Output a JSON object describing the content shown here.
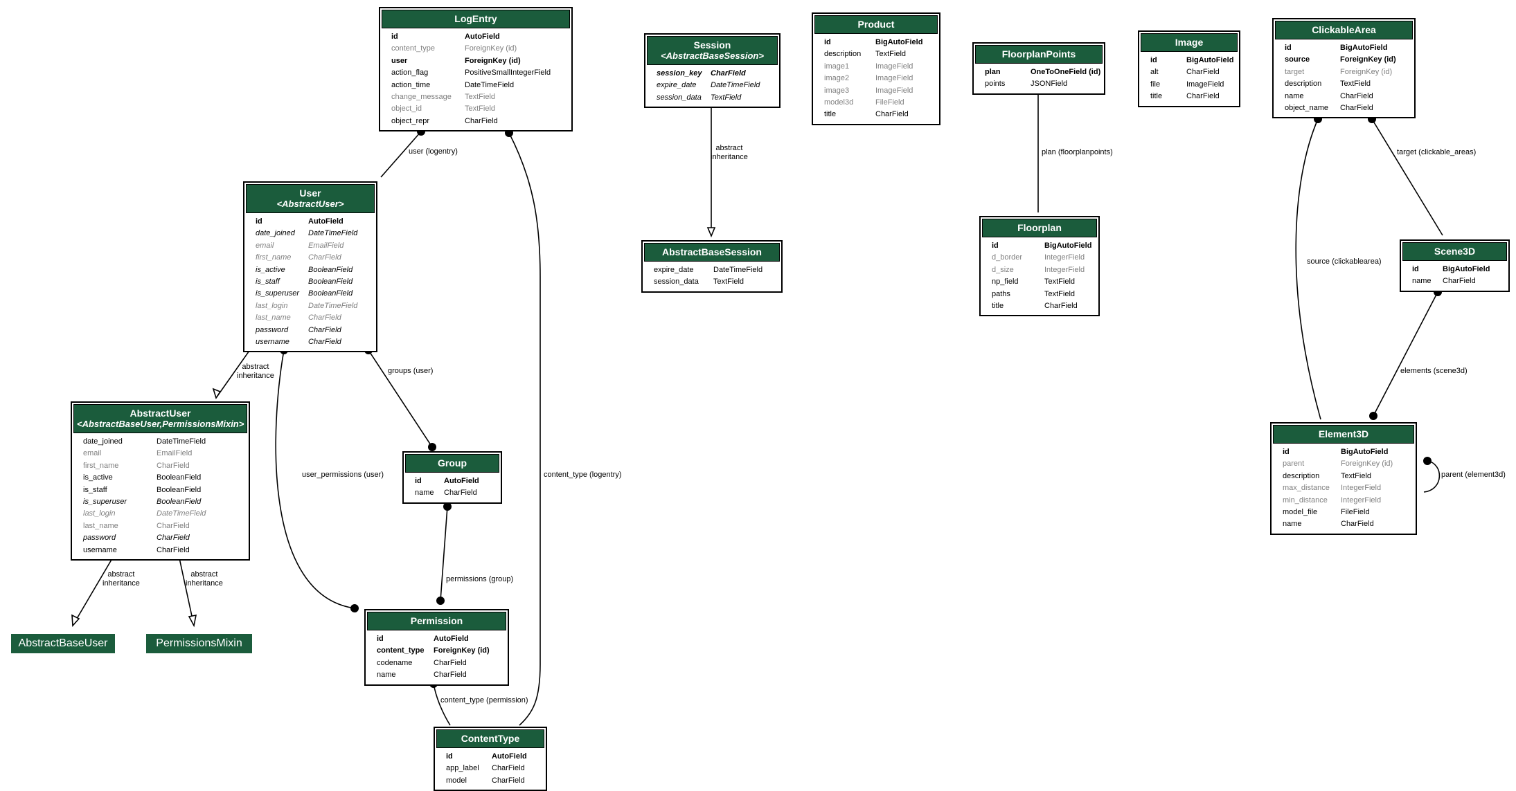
{
  "colors": {
    "header_bg": "#1b5c3c",
    "header_text": "#ffffff",
    "inherited_field": "#7f7f7f",
    "line": "#000000"
  },
  "models": {
    "logentry": {
      "title": "LogEntry",
      "fields": [
        {
          "name": "id",
          "type": "AutoField",
          "style": "b"
        },
        {
          "name": "content_type",
          "type": "ForeignKey (id)",
          "style": "g"
        },
        {
          "name": "user",
          "type": "ForeignKey (id)",
          "style": "b"
        },
        {
          "name": "action_flag",
          "type": "PositiveSmallIntegerField",
          "style": ""
        },
        {
          "name": "action_time",
          "type": "DateTimeField",
          "style": ""
        },
        {
          "name": "change_message",
          "type": "TextField",
          "style": "g"
        },
        {
          "name": "object_id",
          "type": "TextField",
          "style": "g"
        },
        {
          "name": "object_repr",
          "type": "CharField",
          "style": ""
        }
      ]
    },
    "user": {
      "title": "User",
      "subtitle": "<AbstractUser>",
      "fields": [
        {
          "name": "id",
          "type": "AutoField",
          "style": "b"
        },
        {
          "name": "date_joined",
          "type": "DateTimeField",
          "style": "i"
        },
        {
          "name": "email",
          "type": "EmailField",
          "style": "i g"
        },
        {
          "name": "first_name",
          "type": "CharField",
          "style": "i g"
        },
        {
          "name": "is_active",
          "type": "BooleanField",
          "style": "i"
        },
        {
          "name": "is_staff",
          "type": "BooleanField",
          "style": "i"
        },
        {
          "name": "is_superuser",
          "type": "BooleanField",
          "style": "i"
        },
        {
          "name": "last_login",
          "type": "DateTimeField",
          "style": "i g"
        },
        {
          "name": "last_name",
          "type": "CharField",
          "style": "i g"
        },
        {
          "name": "password",
          "type": "CharField",
          "style": "i"
        },
        {
          "name": "username",
          "type": "CharField",
          "style": "i"
        }
      ]
    },
    "abstractuser": {
      "title": "AbstractUser",
      "subtitle": "<AbstractBaseUser,PermissionsMixin>",
      "fields": [
        {
          "name": "date_joined",
          "type": "DateTimeField",
          "style": ""
        },
        {
          "name": "email",
          "type": "EmailField",
          "style": "g"
        },
        {
          "name": "first_name",
          "type": "CharField",
          "style": "g"
        },
        {
          "name": "is_active",
          "type": "BooleanField",
          "style": ""
        },
        {
          "name": "is_staff",
          "type": "BooleanField",
          "style": ""
        },
        {
          "name": "is_superuser",
          "type": "BooleanField",
          "style": "i"
        },
        {
          "name": "last_login",
          "type": "DateTimeField",
          "style": "i g"
        },
        {
          "name": "last_name",
          "type": "CharField",
          "style": "g"
        },
        {
          "name": "password",
          "type": "CharField",
          "style": "i"
        },
        {
          "name": "username",
          "type": "CharField",
          "style": ""
        }
      ]
    },
    "group": {
      "title": "Group",
      "fields": [
        {
          "name": "id",
          "type": "AutoField",
          "style": "b"
        },
        {
          "name": "name",
          "type": "CharField",
          "style": ""
        }
      ]
    },
    "permission": {
      "title": "Permission",
      "fields": [
        {
          "name": "id",
          "type": "AutoField",
          "style": "b"
        },
        {
          "name": "content_type",
          "type": "ForeignKey (id)",
          "style": "b"
        },
        {
          "name": "codename",
          "type": "CharField",
          "style": ""
        },
        {
          "name": "name",
          "type": "CharField",
          "style": ""
        }
      ]
    },
    "contenttype": {
      "title": "ContentType",
      "fields": [
        {
          "name": "id",
          "type": "AutoField",
          "style": "b"
        },
        {
          "name": "app_label",
          "type": "CharField",
          "style": ""
        },
        {
          "name": "model",
          "type": "CharField",
          "style": ""
        }
      ]
    },
    "session": {
      "title": "Session",
      "subtitle": "<AbstractBaseSession>",
      "fields": [
        {
          "name": "session_key",
          "type": "CharField",
          "style": "b i"
        },
        {
          "name": "expire_date",
          "type": "DateTimeField",
          "style": "i"
        },
        {
          "name": "session_data",
          "type": "TextField",
          "style": "i"
        }
      ]
    },
    "abstractbasesession": {
      "title": "AbstractBaseSession",
      "fields": [
        {
          "name": "expire_date",
          "type": "DateTimeField",
          "style": ""
        },
        {
          "name": "session_data",
          "type": "TextField",
          "style": ""
        }
      ]
    },
    "product": {
      "title": "Product",
      "fields": [
        {
          "name": "id",
          "type": "BigAutoField",
          "style": "b"
        },
        {
          "name": "description",
          "type": "TextField",
          "style": ""
        },
        {
          "name": "image1",
          "type": "ImageField",
          "style": "g"
        },
        {
          "name": "image2",
          "type": "ImageField",
          "style": "g"
        },
        {
          "name": "image3",
          "type": "ImageField",
          "style": "g"
        },
        {
          "name": "model3d",
          "type": "FileField",
          "style": "g"
        },
        {
          "name": "title",
          "type": "CharField",
          "style": ""
        }
      ]
    },
    "floorplanpoints": {
      "title": "FloorplanPoints",
      "fields": [
        {
          "name": "plan",
          "type": "OneToOneField (id)",
          "style": "b"
        },
        {
          "name": "points",
          "type": "JSONField",
          "style": ""
        }
      ]
    },
    "floorplan": {
      "title": "Floorplan",
      "fields": [
        {
          "name": "id",
          "type": "BigAutoField",
          "style": "b"
        },
        {
          "name": "d_border",
          "type": "IntegerField",
          "style": "g"
        },
        {
          "name": "d_size",
          "type": "IntegerField",
          "style": "g"
        },
        {
          "name": "np_field",
          "type": "TextField",
          "style": ""
        },
        {
          "name": "paths",
          "type": "TextField",
          "style": ""
        },
        {
          "name": "title",
          "type": "CharField",
          "style": ""
        }
      ]
    },
    "image": {
      "title": "Image",
      "fields": [
        {
          "name": "id",
          "type": "BigAutoField",
          "style": "b"
        },
        {
          "name": "alt",
          "type": "CharField",
          "style": ""
        },
        {
          "name": "file",
          "type": "ImageField",
          "style": ""
        },
        {
          "name": "title",
          "type": "CharField",
          "style": ""
        }
      ]
    },
    "clickablearea": {
      "title": "ClickableArea",
      "fields": [
        {
          "name": "id",
          "type": "BigAutoField",
          "style": "b"
        },
        {
          "name": "source",
          "type": "ForeignKey (id)",
          "style": "b"
        },
        {
          "name": "target",
          "type": "ForeignKey (id)",
          "style": "g"
        },
        {
          "name": "description",
          "type": "TextField",
          "style": ""
        },
        {
          "name": "name",
          "type": "CharField",
          "style": ""
        },
        {
          "name": "object_name",
          "type": "CharField",
          "style": ""
        }
      ]
    },
    "scene3d": {
      "title": "Scene3D",
      "fields": [
        {
          "name": "id",
          "type": "BigAutoField",
          "style": "b"
        },
        {
          "name": "name",
          "type": "CharField",
          "style": ""
        }
      ]
    },
    "element3d": {
      "title": "Element3D",
      "fields": [
        {
          "name": "id",
          "type": "BigAutoField",
          "style": "b"
        },
        {
          "name": "parent",
          "type": "ForeignKey (id)",
          "style": "g"
        },
        {
          "name": "description",
          "type": "TextField",
          "style": ""
        },
        {
          "name": "max_distance",
          "type": "IntegerField",
          "style": "g"
        },
        {
          "name": "min_distance",
          "type": "IntegerField",
          "style": "g"
        },
        {
          "name": "model_file",
          "type": "FileField",
          "style": ""
        },
        {
          "name": "name",
          "type": "CharField",
          "style": ""
        }
      ]
    }
  },
  "plain_nodes": {
    "abstractbaseuser": "AbstractBaseUser",
    "permissionsmixin": "PermissionsMixin"
  },
  "edge_labels": {
    "user_logentry": "user (logentry)",
    "contenttype_logentry": "content_type (logentry)",
    "user_abstract": "abstract\ninheritance",
    "groups_user": "groups (user)",
    "user_permissions": "user_permissions (user)",
    "permissions_group": "permissions (group)",
    "contenttype_permission": "content_type (permission)",
    "abstractuser_abu": "abstract\ninheritance",
    "abstractuser_pm": "abstract\ninheritance",
    "session_abstract": "abstract\ninheritance",
    "plan_floorplanpoints": "plan (floorplanpoints)",
    "source_clickablearea": "source (clickablearea)",
    "target_clickable_areas": "target (clickable_areas)",
    "elements_scene3d": "elements (scene3d)",
    "parent_element3d": "parent (element3d)"
  }
}
